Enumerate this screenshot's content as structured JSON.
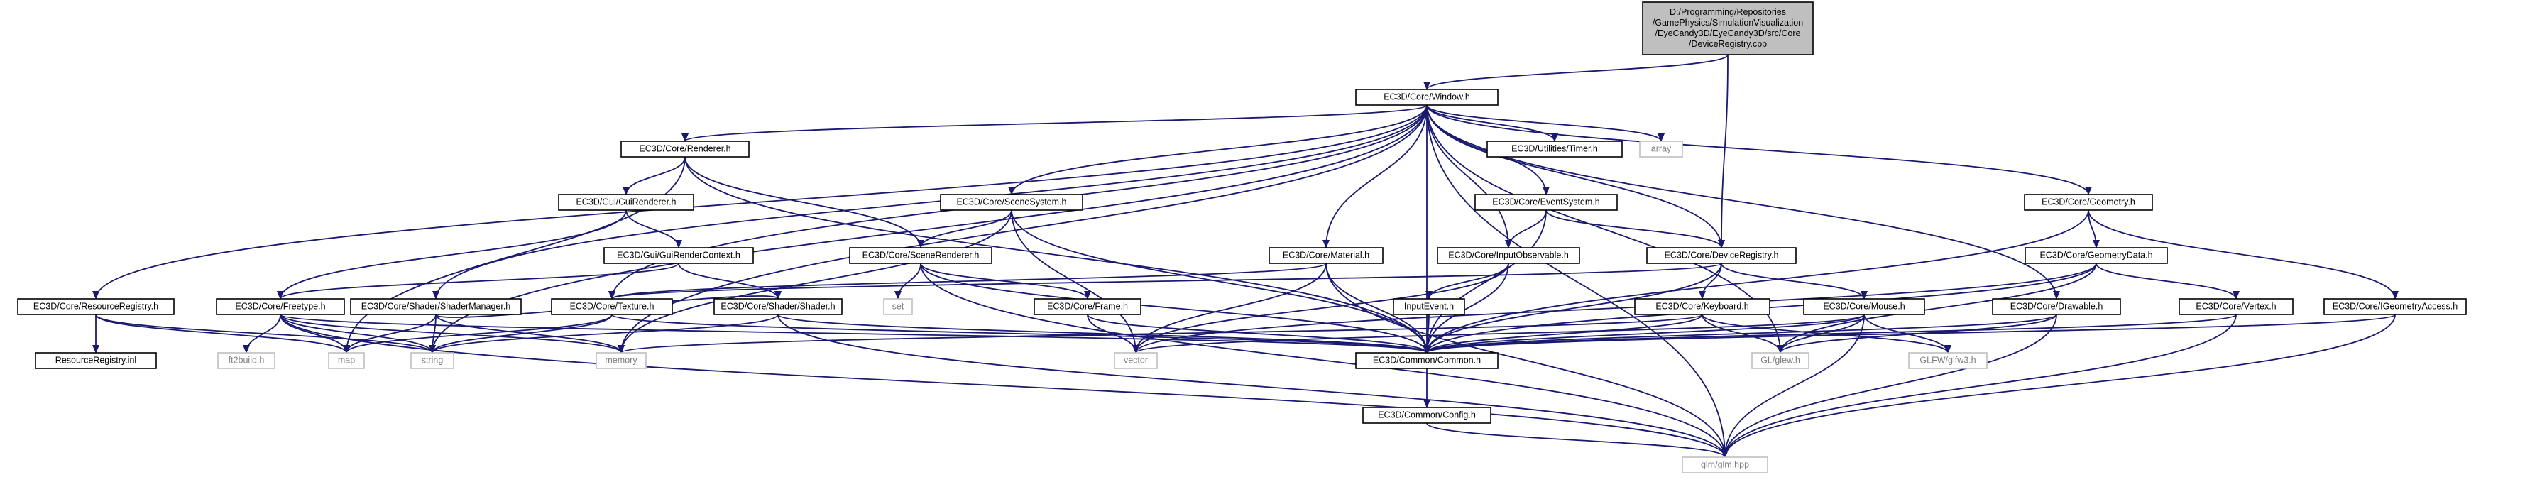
{
  "colors": {
    "edge": "#191970",
    "node_border": "#000000",
    "external_border": "#bfbfbf",
    "root_fill": "#bfbfbf",
    "external_text": "#7f7f7f"
  },
  "nodes": [
    {
      "id": "root",
      "label": [
        "D:/Programming/Repositories",
        "/GamePhysics/SimulationVisualization",
        "/EyeCandy3D/EyeCandy3D/src/Core",
        "/DeviceRegistry.cpp"
      ],
      "kind": "root"
    },
    {
      "id": "window",
      "label": [
        "EC3D/Core/Window.h"
      ],
      "kind": "local"
    },
    {
      "id": "renderer",
      "label": [
        "EC3D/Core/Renderer.h"
      ],
      "kind": "local"
    },
    {
      "id": "timer",
      "label": [
        "EC3D/Utilities/Timer.h"
      ],
      "kind": "local"
    },
    {
      "id": "array",
      "label": [
        "array"
      ],
      "kind": "system"
    },
    {
      "id": "geometry",
      "label": [
        "EC3D/Core/Geometry.h"
      ],
      "kind": "local"
    },
    {
      "id": "guirenderer",
      "label": [
        "EC3D/Gui/GuiRenderer.h"
      ],
      "kind": "local"
    },
    {
      "id": "scenesystem",
      "label": [
        "EC3D/Core/SceneSystem.h"
      ],
      "kind": "local"
    },
    {
      "id": "eventsystem",
      "label": [
        "EC3D/Core/EventSystem.h"
      ],
      "kind": "local"
    },
    {
      "id": "guirendercontext",
      "label": [
        "EC3D/Gui/GuiRenderContext.h"
      ],
      "kind": "local"
    },
    {
      "id": "scenerenderer",
      "label": [
        "EC3D/Core/SceneRenderer.h"
      ],
      "kind": "local"
    },
    {
      "id": "material",
      "label": [
        "EC3D/Core/Material.h"
      ],
      "kind": "local"
    },
    {
      "id": "inputobservable",
      "label": [
        "EC3D/Core/InputObservable.h"
      ],
      "kind": "local"
    },
    {
      "id": "deviceregistry",
      "label": [
        "EC3D/Core/DeviceRegistry.h"
      ],
      "kind": "local"
    },
    {
      "id": "geometrydata",
      "label": [
        "EC3D/Core/GeometryData.h"
      ],
      "kind": "local"
    },
    {
      "id": "resourceregistry",
      "label": [
        "EC3D/Core/ResourceRegistry.h"
      ],
      "kind": "local"
    },
    {
      "id": "freetype",
      "label": [
        "EC3D/Core/Freetype.h"
      ],
      "kind": "local"
    },
    {
      "id": "shadermanager",
      "label": [
        "EC3D/Core/Shader/ShaderManager.h"
      ],
      "kind": "local"
    },
    {
      "id": "shader",
      "label": [
        "EC3D/Core/Shader/Shader.h"
      ],
      "kind": "local"
    },
    {
      "id": "set",
      "label": [
        "set"
      ],
      "kind": "system"
    },
    {
      "id": "texture",
      "label": [
        "EC3D/Core/Texture.h"
      ],
      "kind": "local"
    },
    {
      "id": "frame",
      "label": [
        "EC3D/Core/Frame.h"
      ],
      "kind": "local"
    },
    {
      "id": "inputevent",
      "label": [
        "InputEvent.h"
      ],
      "kind": "local"
    },
    {
      "id": "keyboard",
      "label": [
        "EC3D/Core/Keyboard.h"
      ],
      "kind": "local"
    },
    {
      "id": "mouse",
      "label": [
        "EC3D/Core/Mouse.h"
      ],
      "kind": "local"
    },
    {
      "id": "drawable",
      "label": [
        "EC3D/Core/Drawable.h"
      ],
      "kind": "local"
    },
    {
      "id": "vertex",
      "label": [
        "EC3D/Core/Vertex.h"
      ],
      "kind": "local"
    },
    {
      "id": "igeometryaccess",
      "label": [
        "EC3D/Core/IGeometryAccess.h"
      ],
      "kind": "local"
    },
    {
      "id": "resourceregistryinl",
      "label": [
        "ResourceRegistry.inl"
      ],
      "kind": "local"
    },
    {
      "id": "ft2build",
      "label": [
        "ft2build.h"
      ],
      "kind": "system"
    },
    {
      "id": "map",
      "label": [
        "map"
      ],
      "kind": "system"
    },
    {
      "id": "string",
      "label": [
        "string"
      ],
      "kind": "system"
    },
    {
      "id": "memory",
      "label": [
        "memory"
      ],
      "kind": "system"
    },
    {
      "id": "vector",
      "label": [
        "vector"
      ],
      "kind": "system"
    },
    {
      "id": "common",
      "label": [
        "EC3D/Common/Common.h"
      ],
      "kind": "local"
    },
    {
      "id": "glew",
      "label": [
        "GL/glew.h"
      ],
      "kind": "system"
    },
    {
      "id": "glfw",
      "label": [
        "GLFW/glfw3.h"
      ],
      "kind": "system"
    },
    {
      "id": "config",
      "label": [
        "EC3D/Common/Config.h"
      ],
      "kind": "local"
    },
    {
      "id": "glm",
      "label": [
        "glm/glm.hpp"
      ],
      "kind": "system"
    }
  ],
  "edges": [
    [
      "root",
      "window"
    ],
    [
      "root",
      "deviceregistry"
    ],
    [
      "window",
      "renderer"
    ],
    [
      "window",
      "timer"
    ],
    [
      "window",
      "array"
    ],
    [
      "window",
      "geometry"
    ],
    [
      "window",
      "scenesystem"
    ],
    [
      "window",
      "eventsystem"
    ],
    [
      "window",
      "material"
    ],
    [
      "window",
      "inputobservable"
    ],
    [
      "window",
      "deviceregistry"
    ],
    [
      "window",
      "resourceregistry"
    ],
    [
      "window",
      "shadermanager"
    ],
    [
      "window",
      "texture"
    ],
    [
      "window",
      "drawable"
    ],
    [
      "window",
      "string"
    ],
    [
      "window",
      "memory"
    ],
    [
      "window",
      "common"
    ],
    [
      "window",
      "glew"
    ],
    [
      "window",
      "glm"
    ],
    [
      "renderer",
      "guirenderer"
    ],
    [
      "renderer",
      "scenerenderer"
    ],
    [
      "renderer",
      "map"
    ],
    [
      "renderer",
      "common"
    ],
    [
      "guirenderer",
      "guirendercontext"
    ],
    [
      "guirenderer",
      "freetype"
    ],
    [
      "guirendercontext",
      "freetype"
    ],
    [
      "guirendercontext",
      "shader"
    ],
    [
      "scenesystem",
      "scenerenderer"
    ],
    [
      "scenesystem",
      "memory"
    ],
    [
      "scenesystem",
      "vector"
    ],
    [
      "scenesystem",
      "common"
    ],
    [
      "scenerenderer",
      "set"
    ],
    [
      "scenerenderer",
      "frame"
    ],
    [
      "scenerenderer",
      "common"
    ],
    [
      "scenerenderer",
      "glm"
    ],
    [
      "material",
      "texture"
    ],
    [
      "material",
      "vector"
    ],
    [
      "material",
      "common"
    ],
    [
      "material",
      "glm"
    ],
    [
      "eventsystem",
      "inputobservable"
    ],
    [
      "eventsystem",
      "deviceregistry"
    ],
    [
      "eventsystem",
      "common"
    ],
    [
      "inputobservable",
      "inputevent"
    ],
    [
      "inputobservable",
      "vector"
    ],
    [
      "inputobservable",
      "common"
    ],
    [
      "deviceregistry",
      "texture"
    ],
    [
      "deviceregistry",
      "keyboard"
    ],
    [
      "deviceregistry",
      "mouse"
    ],
    [
      "deviceregistry",
      "common"
    ],
    [
      "geometry",
      "geometrydata"
    ],
    [
      "geometry",
      "igeometryaccess"
    ],
    [
      "geometry",
      "common"
    ],
    [
      "geometrydata",
      "vertex"
    ],
    [
      "geometrydata",
      "vector"
    ],
    [
      "geometrydata",
      "common"
    ],
    [
      "geometrydata",
      "glew"
    ],
    [
      "resourceregistry",
      "resourceregistryinl"
    ],
    [
      "resourceregistry",
      "map"
    ],
    [
      "resourceregistry",
      "string"
    ],
    [
      "freetype",
      "ft2build"
    ],
    [
      "freetype",
      "map"
    ],
    [
      "freetype",
      "string"
    ],
    [
      "freetype",
      "memory"
    ],
    [
      "freetype",
      "common"
    ],
    [
      "freetype",
      "glm"
    ],
    [
      "shadermanager",
      "map"
    ],
    [
      "shadermanager",
      "string"
    ],
    [
      "shadermanager",
      "memory"
    ],
    [
      "shadermanager",
      "shader"
    ],
    [
      "shader",
      "string"
    ],
    [
      "shader",
      "common"
    ],
    [
      "shader",
      "glm"
    ],
    [
      "texture",
      "map"
    ],
    [
      "texture",
      "string"
    ],
    [
      "texture",
      "common"
    ],
    [
      "frame",
      "vector"
    ],
    [
      "frame",
      "common"
    ],
    [
      "inputevent",
      "common"
    ],
    [
      "keyboard",
      "memory"
    ],
    [
      "keyboard",
      "common"
    ],
    [
      "keyboard",
      "glew"
    ],
    [
      "keyboard",
      "glfw"
    ],
    [
      "mouse",
      "vector"
    ],
    [
      "mouse",
      "common"
    ],
    [
      "mouse",
      "glew"
    ],
    [
      "mouse",
      "glfw"
    ],
    [
      "mouse",
      "glm"
    ],
    [
      "drawable",
      "common"
    ],
    [
      "drawable",
      "glew"
    ],
    [
      "drawable",
      "glm"
    ],
    [
      "vertex",
      "common"
    ],
    [
      "vertex",
      "glm"
    ],
    [
      "igeometryaccess",
      "common"
    ],
    [
      "igeometryaccess",
      "glm"
    ],
    [
      "common",
      "config"
    ],
    [
      "config",
      "glm"
    ]
  ]
}
